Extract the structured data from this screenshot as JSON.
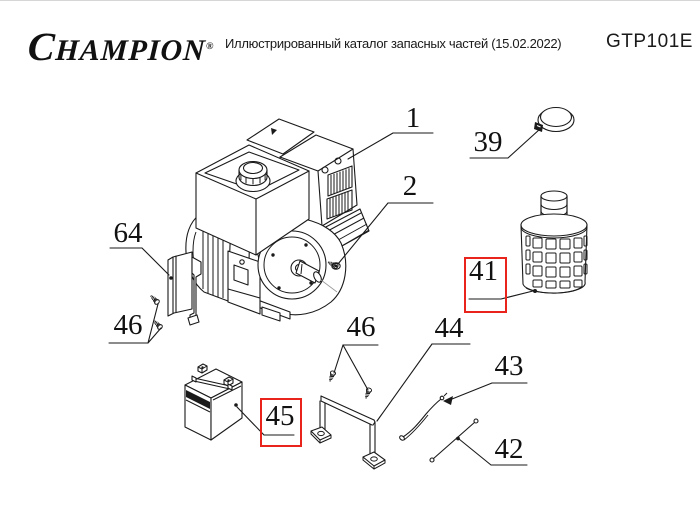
{
  "header": {
    "brand": "CHAMPION",
    "registered_mark": "®",
    "subtitle": "Иллюстрированный каталог запасных частей (15.02.2022)",
    "model": "GTP101E"
  },
  "diagram": {
    "callouts": [
      {
        "label": "1",
        "highlighted": false
      },
      {
        "label": "2",
        "highlighted": false
      },
      {
        "label": "39",
        "highlighted": false
      },
      {
        "label": "41",
        "highlighted": true
      },
      {
        "label": "42",
        "highlighted": false
      },
      {
        "label": "43",
        "highlighted": false
      },
      {
        "label": "44",
        "highlighted": false
      },
      {
        "label": "45",
        "highlighted": true
      },
      {
        "label": "46",
        "highlighted": false
      },
      {
        "label": "46",
        "highlighted": false
      },
      {
        "label": "64",
        "highlighted": false
      }
    ],
    "colors": {
      "line": "#1a1a1a",
      "highlight_box": "#e8241d"
    }
  }
}
